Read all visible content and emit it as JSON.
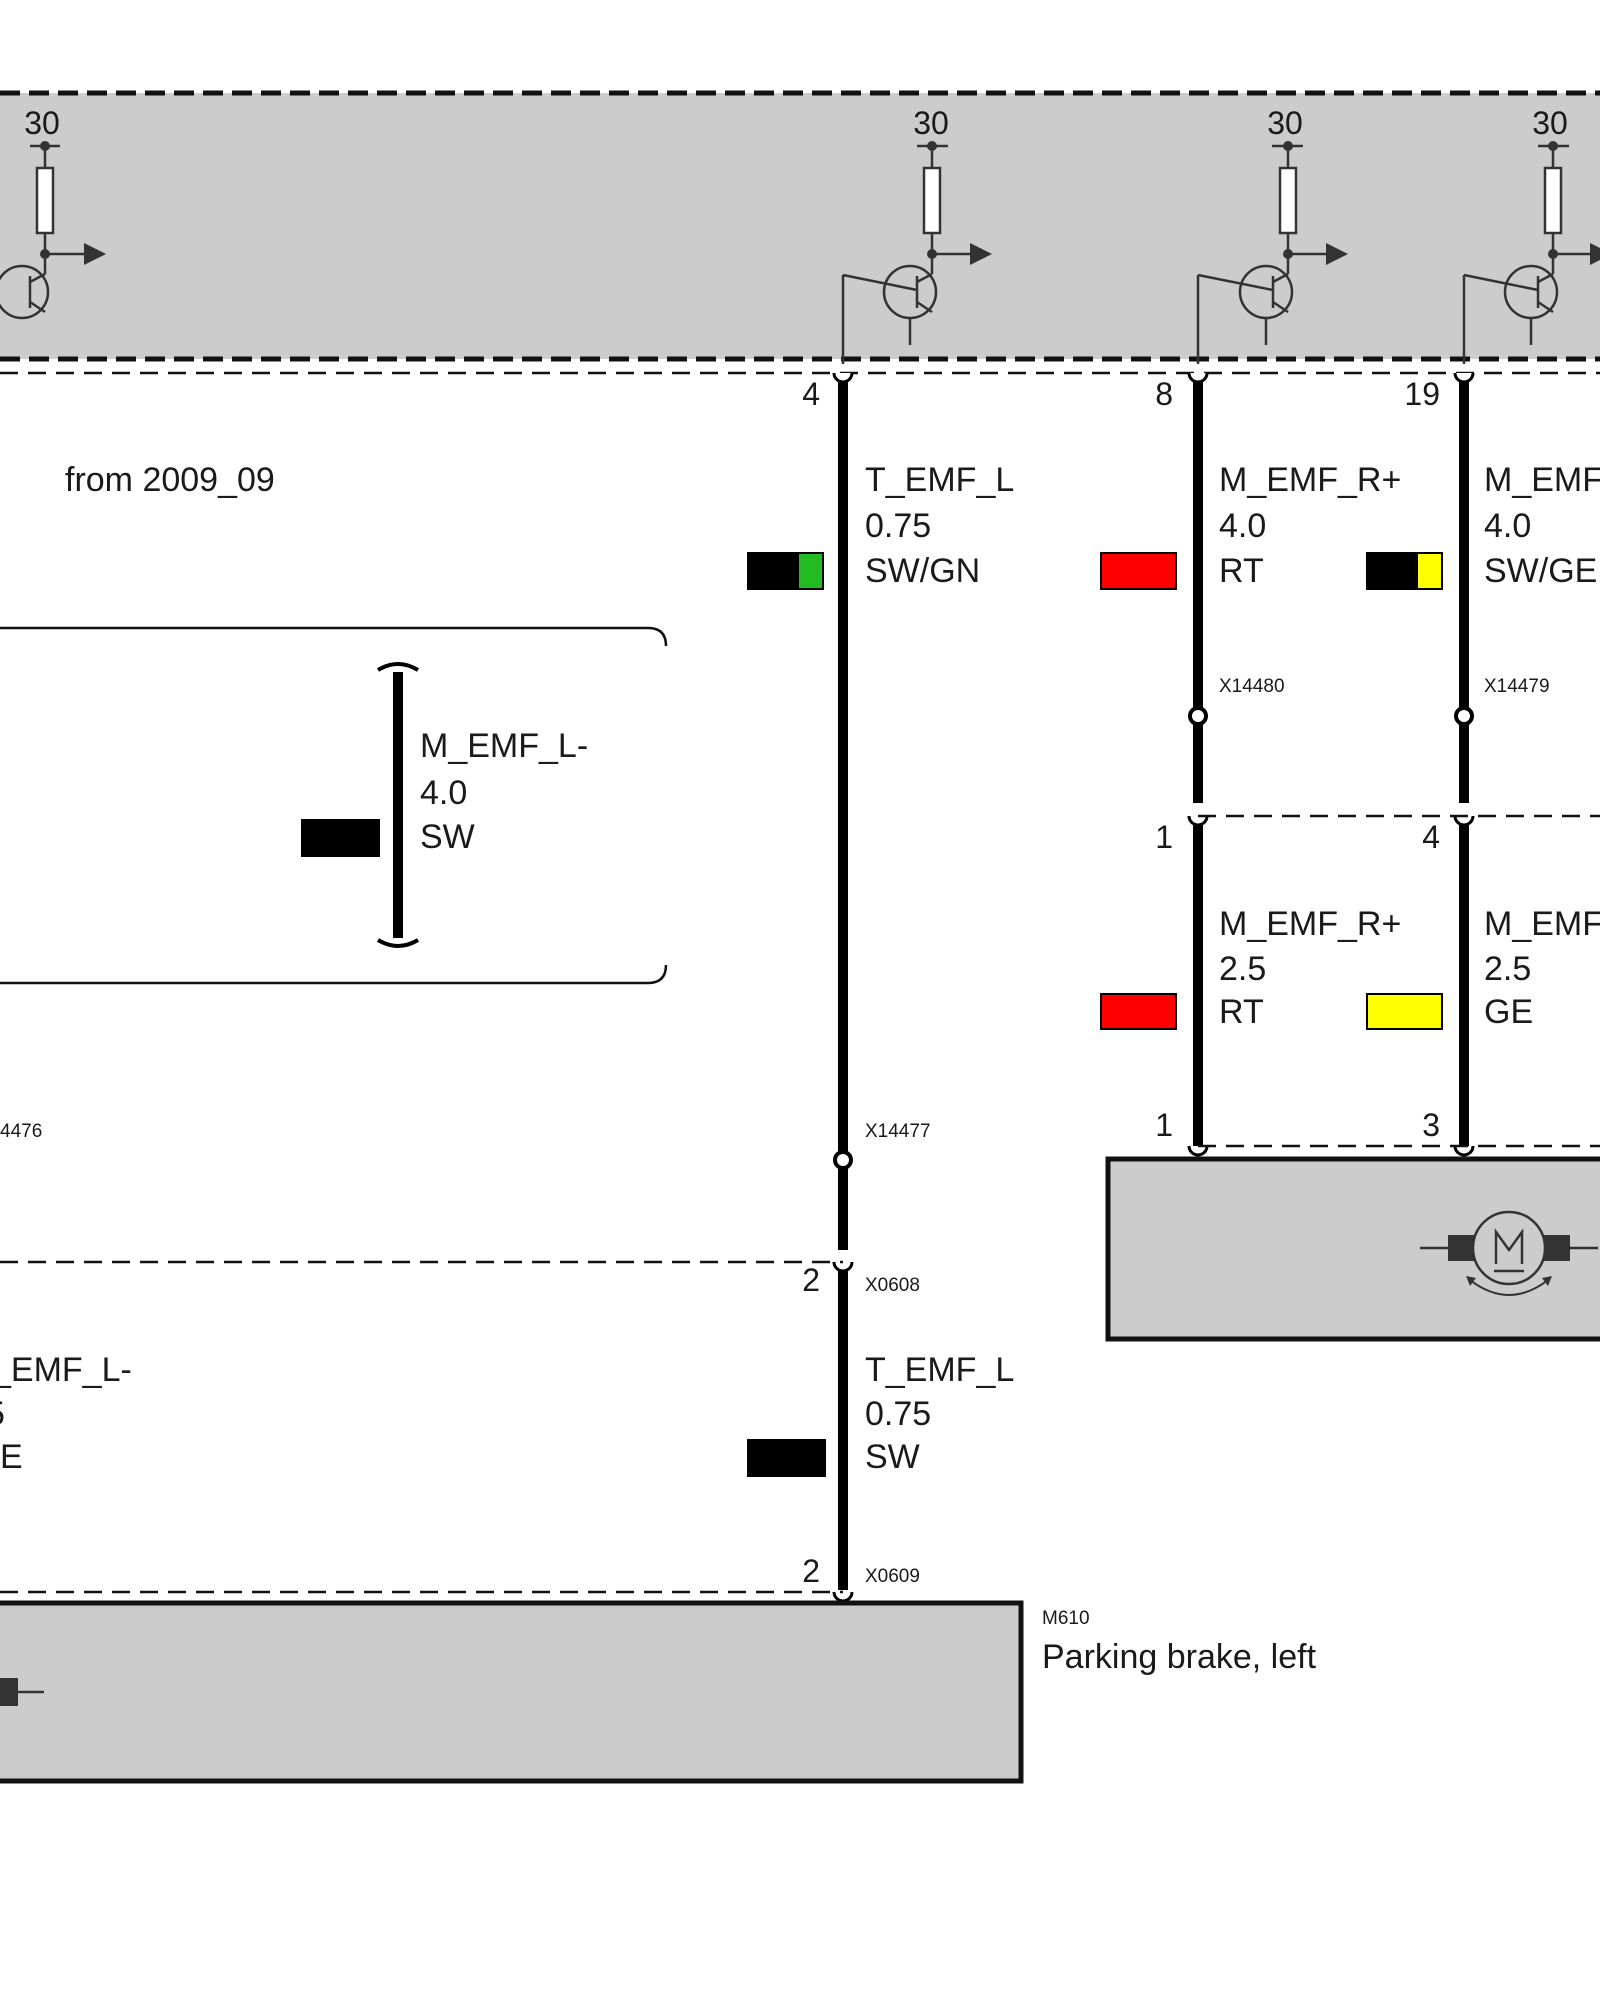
{
  "control_unit": {
    "supply_terminals": [
      "30",
      "30",
      "30",
      "30"
    ]
  },
  "note": "from 2009_09",
  "wires": [
    {
      "pin_top": "4",
      "signal": "T_EMF_L",
      "gauge": "0.75",
      "color_code": "SW/GN",
      "swatch": [
        "#000000",
        "#22bb22"
      ],
      "connector": "X14477"
    },
    {
      "pin_top": "8",
      "signal": "M_EMF_R+",
      "gauge": "4.0",
      "color_code": "RT",
      "swatch": [
        "#ff0000",
        "#ff0000"
      ],
      "connector": "X14480"
    },
    {
      "pin_top": "19",
      "signal": "M_EMF",
      "gauge": "4.0",
      "color_code": "SW/GE",
      "swatch": [
        "#000000",
        "#ffff00"
      ],
      "connector": "X14479"
    }
  ],
  "bracket_wire": {
    "signal": "M_EMF_L-",
    "gauge": "4.0",
    "color_code": "SW",
    "swatch": "#000000"
  },
  "right_lower_wires": [
    {
      "pin_top": "1",
      "signal": "M_EMF_R+",
      "gauge": "2.5",
      "color_code": "RT",
      "swatch": "#ff0000",
      "pin_bottom": "1"
    },
    {
      "pin_top": "4",
      "signal": "M_EMF",
      "gauge": "2.5",
      "color_code": "GE",
      "swatch": "#ffff00",
      "pin_bottom": "3"
    }
  ],
  "left_connector": "4476",
  "left_lower_wire": {
    "signal": "_EMF_L-",
    "gauge": "5",
    "color_code": "E"
  },
  "lower_wire": {
    "pin_top": "2",
    "connector_top": "X0608",
    "signal": "T_EMF_L",
    "gauge": "0.75",
    "color_code": "SW",
    "swatch": "#000000",
    "pin_bottom": "2",
    "connector_bottom": "X0609"
  },
  "component": {
    "id": "M610",
    "name": "Parking brake, left"
  },
  "motor_symbol_label": "M"
}
